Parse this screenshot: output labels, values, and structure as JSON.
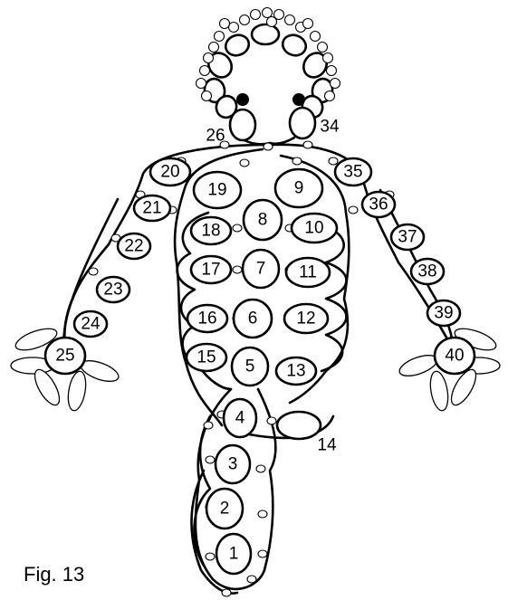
{
  "figure": {
    "caption": "Fig. 13",
    "rings": [
      "1",
      "2",
      "3",
      "4",
      "5",
      "6",
      "7",
      "8",
      "9",
      "10",
      "11",
      "12",
      "13",
      "14",
      "15",
      "16",
      "17",
      "18",
      "19",
      "20",
      "21",
      "22",
      "23",
      "24",
      "25",
      "26",
      "34",
      "35",
      "36",
      "37",
      "38",
      "39",
      "40"
    ]
  }
}
